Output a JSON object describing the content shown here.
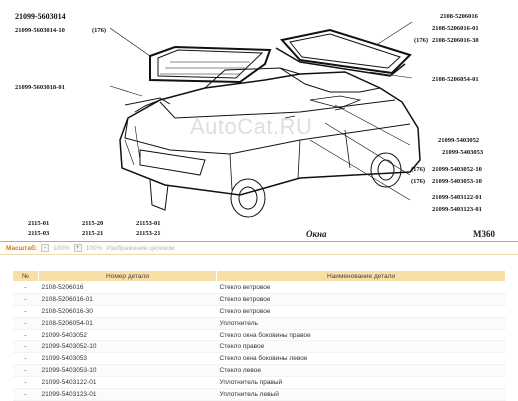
{
  "diagram": {
    "title": "Окна",
    "code": "М360",
    "watermark": "AutoCat.RU",
    "labels_left": [
      "21099-5603014",
      "21099-5603014-10",
      "(176)",
      "21099-5603018-01"
    ],
    "labels_right": [
      "2108-5206016",
      "2108-5206016-01",
      "2108-5206016-30",
      "(176)",
      "2108-5206054-01",
      "21099-5403052",
      "21099-5403053",
      "21099-5403052-10",
      "21099-5403053-10",
      "(176)",
      "(176)",
      "21099-5403122-01",
      "21099-5403123-01"
    ],
    "labels_bottom": [
      "2115-01",
      "2115-03",
      "2115-20",
      "2115-21",
      "21153-01",
      "21153-21"
    ]
  },
  "zoom_bar": {
    "label": "Масштаб:",
    "minus": "-",
    "percent_1": "100%",
    "plus": "+",
    "percent_2": "100%",
    "full_image_link": "Изображение целиком"
  },
  "table": {
    "headers": [
      "№",
      "Номер детали",
      "Наименование детали"
    ],
    "rows": [
      [
        "-",
        "2108-5206016",
        "Стекло ветровое"
      ],
      [
        "-",
        "2108-5206016-01",
        "Стекло ветровое"
      ],
      [
        "-",
        "2108-5206016-30",
        "Стекло ветровое"
      ],
      [
        "-",
        "2108-5206054-01",
        "Уплотнитель"
      ],
      [
        "-",
        "21099-5403052",
        "Стекло окна боковины правое"
      ],
      [
        "-",
        "21099-5403052-10",
        "Стекло правое"
      ],
      [
        "-",
        "21099-5403053",
        "Стекло окна боковины левое"
      ],
      [
        "-",
        "21099-5403053-10",
        "Стекло левое"
      ],
      [
        "-",
        "21099-5403122-01",
        "Уплотнитель правый"
      ],
      [
        "-",
        "21099-5403123-01",
        "Уплотнитель левый"
      ]
    ]
  },
  "colors": {
    "accent": "#d27a1e",
    "header_bg": "#f8dfa6"
  }
}
